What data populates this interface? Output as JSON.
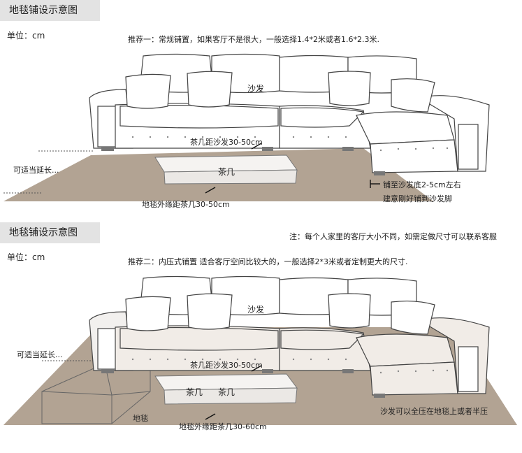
{
  "panel1": {
    "tab_title": "地毯铺设示意图",
    "unit": "单位：cm",
    "recommendation": "推荐一：常规铺置，如果客厅不是很大，一般选择1.4*2米或者1.6*2.3米.",
    "sofa_label": "沙发",
    "gap_sofa": "茶几距沙发30-50cm",
    "table_label": "茶几",
    "extend_label": "可适当延长...",
    "edge_label": "地毯外缘距茶几30-50cm",
    "under_label": "铺至沙发底2-5cm左右",
    "advice_label": "建意刚好铺到沙发脚"
  },
  "panel2": {
    "tab_title": "地毯铺设示意图",
    "note": "注：每个人家里的客厅大小不同，如需定做尺寸可以联系客服",
    "unit": "单位：cm",
    "recommendation": "推荐二：内压式铺置 适合客厅空间比较大的，一般选择2*3米或者定制更大的尺寸.",
    "sofa_label": "沙发",
    "gap_sofa": "茶几距沙发30-50cm",
    "table_label_1": "茶几",
    "table_label_2": "茶几",
    "extend_label": "可适当延长...",
    "rug_label": "地毯",
    "edge_label": "地毯外缘距茶几30-60cm",
    "press_label": "沙发可以全压在地毯上或者半压"
  },
  "colors": {
    "rug": "#b2a393",
    "tab_bg": "#e3e3e3",
    "line": "#444444"
  }
}
